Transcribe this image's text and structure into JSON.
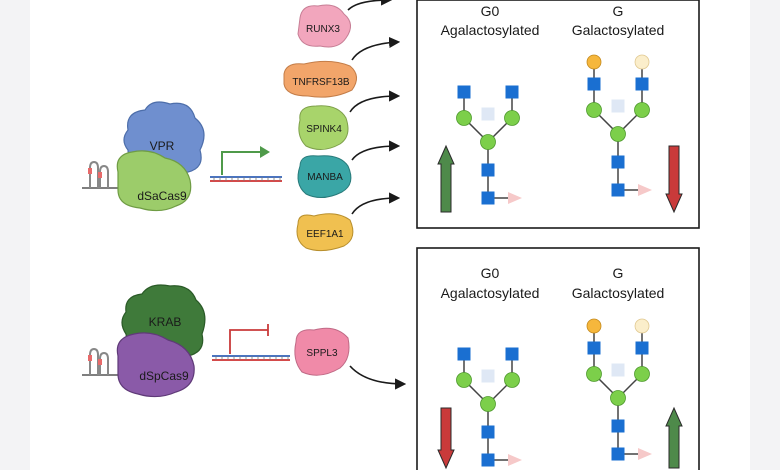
{
  "activation": {
    "effector_label": "VPR",
    "dcas_label": "dSaCas9",
    "genes": [
      "RUNX3",
      "TNFRSF13B",
      "SPINK4",
      "MANBA",
      "EEF1A1"
    ],
    "glycan_box": {
      "g0_title_line1": "G0",
      "g0_title_line2": "Agalactosylated",
      "g_title_line1": "G",
      "g_title_line2": "Galactosylated",
      "g0_trend": "up",
      "g_trend": "down"
    }
  },
  "repression": {
    "effector_label": "KRAB",
    "dcas_label": "dSpCas9",
    "genes": [
      "SPPL3"
    ],
    "glycan_box": {
      "g0_title_line1": "G0",
      "g0_title_line2": "Agalactosylated",
      "g_title_line1": "G",
      "g_title_line2": "Galactosylated",
      "g0_trend": "down",
      "g_trend": "up"
    }
  },
  "colors": {
    "vpr": "#6f8fcf",
    "sacas9": "#9ccc6a",
    "krab": "#3f7a3a",
    "spcas9": "#8a5aa8",
    "runx3": "#f2a6bd",
    "tnfrsf13b": "#f2a56a",
    "spink4": "#a8d46b",
    "manba": "#3aa6a6",
    "eef1a1": "#f0c050",
    "sppl3": "#f08aa8",
    "glcnac": "#1a6fd1",
    "mannose": "#7ccf4a",
    "fucose_placeholder": "#dfe8f5",
    "galactose": "#f6b73c",
    "galactose_faint": "#fbeecb",
    "arrow_up": "#4e8a4a",
    "arrow_down": "#c93a3a",
    "activation_arrow": "#4f9a4a",
    "repression_bar": "#c93a3a",
    "dna_blue": "#4a74c0",
    "dna_red": "#d44a4a"
  }
}
